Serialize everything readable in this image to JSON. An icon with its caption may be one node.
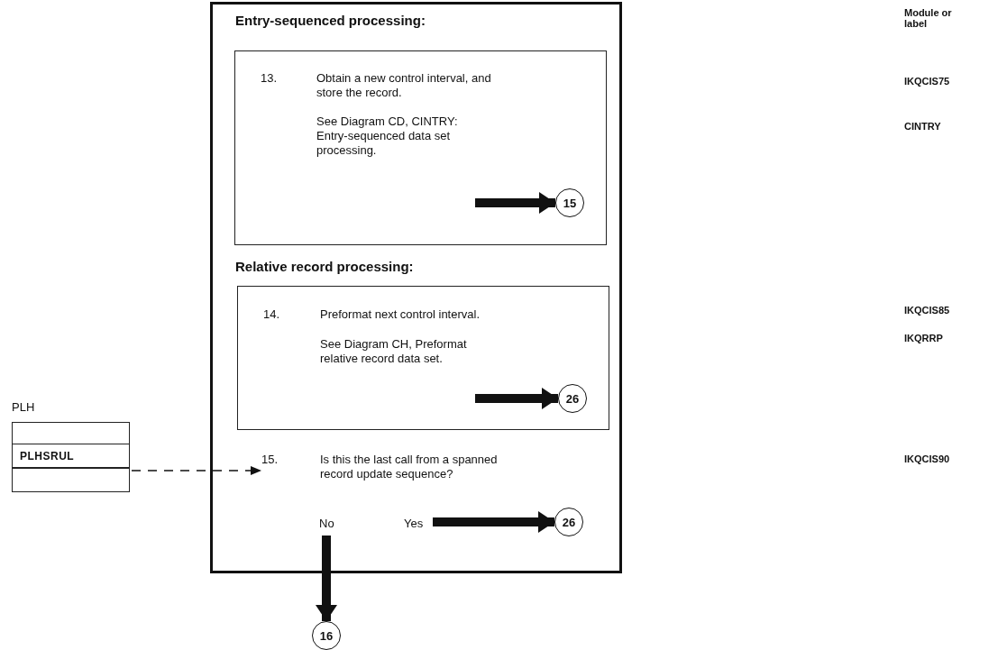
{
  "diagram": {
    "nodes": [
      {
        "text": [
          "Entry-sequenced processing:",
          "Relative record processing:"
        ]
      },
      {
        "text": [
          "13.",
          "Obtain a new control interval, and store the record.",
          "See Diagram CD, CINTRY: Entry-sequenced data set processing."
        ],
        "in": 0
      },
      {
        "text": [
          "15"
        ],
        "in": 1
      },
      {
        "text": [
          "14.",
          "Preformat next control interval.",
          "See Diagram CH, Preformat relative record data set."
        ],
        "in": 0
      },
      {
        "text": [
          "26"
        ],
        "in": 3
      },
      {
        "text": [
          "15.",
          "Is this the last call from a spanned record update sequence?"
        ],
        "in": 0
      },
      {
        "text": [
          "No"
        ],
        "in": 0
      },
      {
        "text": [
          "Yes"
        ],
        "in": 0
      },
      {
        "text": [
          "26"
        ],
        "in": 0
      },
      {
        "text": [
          "16"
        ]
      },
      {
        "text": [
          "PLH"
        ]
      },
      {
        "text": [
          "PLHSRUL"
        ],
        "in": 10
      }
    ],
    "edges": [
      {
        "from": null,
        "to": 2,
        "arrow": "to"
      },
      {
        "from": null,
        "to": 4,
        "arrow": "to"
      },
      {
        "from": 7,
        "to": 8,
        "arrow": "to"
      },
      {
        "from": 6,
        "to": 9,
        "arrow": "to"
      },
      {
        "from": 11,
        "to": 5,
        "arrow": "to",
        "style": "dashed"
      }
    ],
    "labels": [
      "Module or label",
      "IKQCIS75",
      "CINTRY",
      "IKQCIS85",
      "IKQRRP",
      "IKQCIS90"
    ]
  }
}
